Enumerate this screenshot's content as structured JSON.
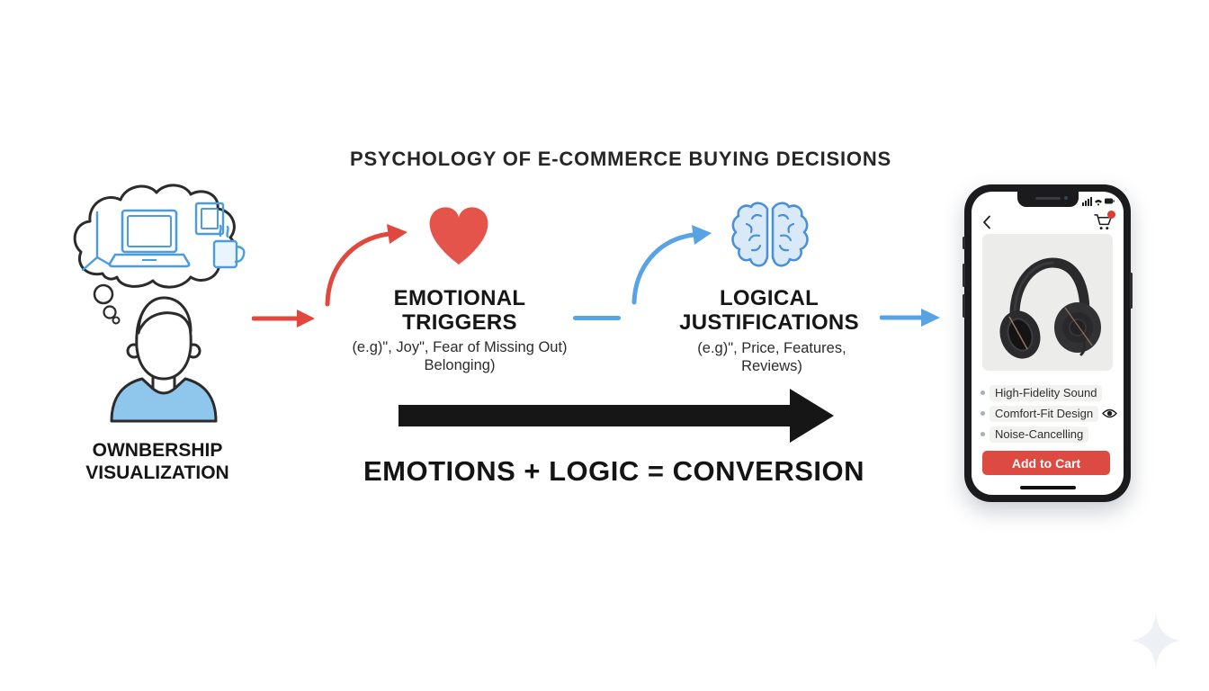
{
  "title": "PSYCHOLOGY OF E-COMMERCE BUYING DECISIONS",
  "person_stage": {
    "label_line1": "OWNBERSHIP",
    "label_line2": "VISUALIZATION"
  },
  "emotional_stage": {
    "title_line1": "EMOTIONAL",
    "title_line2": "TRIGGERS",
    "subtitle_line1": "(e.g)\", Joy\", Fear of Missing Out)",
    "subtitle_line2": "Belonging)"
  },
  "logical_stage": {
    "title_line1": "LOGICAL",
    "title_line2": "JUSTIFICATIONS",
    "subtitle_line1": "(e.g)\", Price, Features,",
    "subtitle_line2": "Reviews)"
  },
  "formula": "EMOTIONS + LOGIC = CONVERSION",
  "phone": {
    "features": [
      "High-Fidelity Sound",
      "Comfort-Fit Design",
      "Noise-Cancelling"
    ],
    "cta_label": "Add to Cart"
  },
  "icons": {
    "thought_bubble": "thought-bubble-icon",
    "person": "person-icon",
    "heart": "heart-icon",
    "brain": "brain-icon",
    "back": "back-chevron-icon",
    "cart": "cart-icon",
    "eye": "eye-icon",
    "sparkle": "sparkle-icon"
  },
  "colors": {
    "accent_red": "#e2473d",
    "heart_red": "#e4544a",
    "accent_blue": "#57a3e3",
    "brain_blue": "#4a90d9",
    "cta_red": "#dc4a42",
    "badge_red": "#e03b30",
    "black_arrow": "#161616",
    "shirt_blue": "#8ec6ec",
    "text_dark": "#1d1d1d"
  }
}
